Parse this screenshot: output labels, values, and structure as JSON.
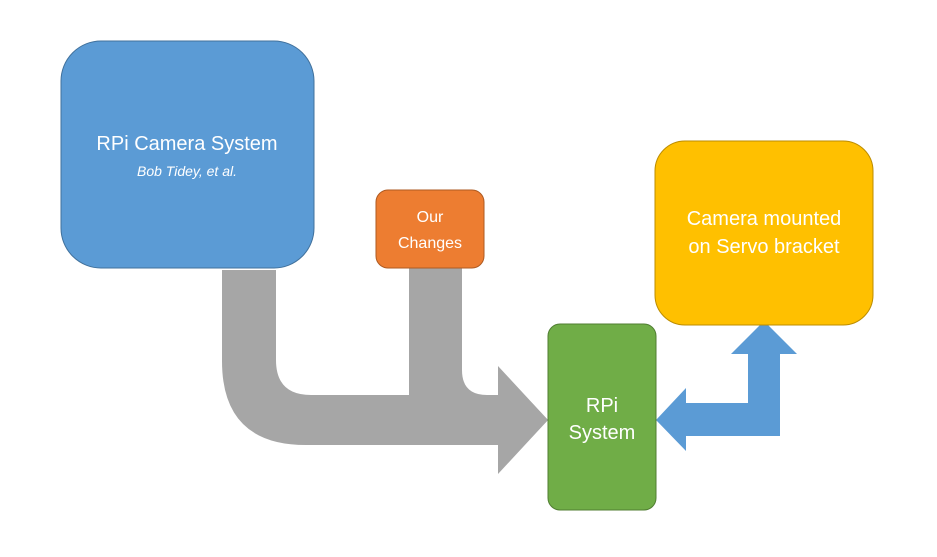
{
  "diagram": {
    "camera_system": {
      "title": "RPi Camera System",
      "subtitle": "Bob Tidey, et al.",
      "color": "#5b9bd5"
    },
    "our_changes": {
      "line1": "Our",
      "line2": "Changes",
      "color": "#ed7d31"
    },
    "rpi_system": {
      "line1": "RPi",
      "line2": "System",
      "color": "#70ad47"
    },
    "camera_mount": {
      "line1": "Camera mounted",
      "line2": "on Servo bracket",
      "color": "#ffc000"
    },
    "flow_arrow_color": "#a6a6a6",
    "link_arrow_color": "#5b9bd5"
  }
}
